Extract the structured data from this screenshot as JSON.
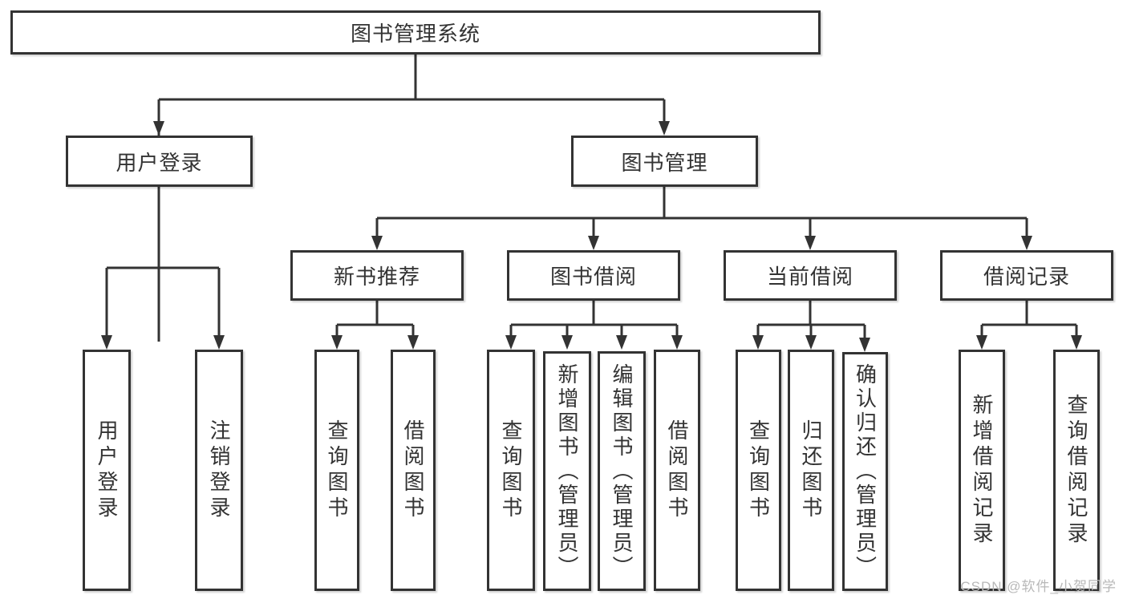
{
  "tree": {
    "label": "图书管理系统",
    "children": [
      {
        "label": "用户登录",
        "children": [
          {
            "label": "用户登录"
          },
          {
            "label": "注销登录"
          }
        ]
      },
      {
        "label": "图书管理",
        "children": [
          {
            "label": "新书推荐",
            "children": [
              {
                "label": "查询图书"
              },
              {
                "label": "借阅图书"
              }
            ]
          },
          {
            "label": "图书借阅",
            "children": [
              {
                "label": "查询图书"
              },
              {
                "label": "新增图书（管理员）"
              },
              {
                "label": "编辑图书（管理员）"
              },
              {
                "label": "借阅图书"
              }
            ]
          },
          {
            "label": "当前借阅",
            "children": [
              {
                "label": "查询图书"
              },
              {
                "label": "归还图书"
              },
              {
                "label": "确认归还（管理员）"
              }
            ]
          },
          {
            "label": "借阅记录",
            "children": [
              {
                "label": "新增借阅记录"
              },
              {
                "label": "查询借阅记录"
              }
            ]
          }
        ]
      }
    ]
  },
  "watermark": {
    "text": "CSDN @软件_小贺同学"
  },
  "colors": {
    "line": "#333333",
    "text": "#333333",
    "box_background": "#ffffff",
    "page_background": "#ffffff",
    "watermark": "#b8b8b8"
  }
}
